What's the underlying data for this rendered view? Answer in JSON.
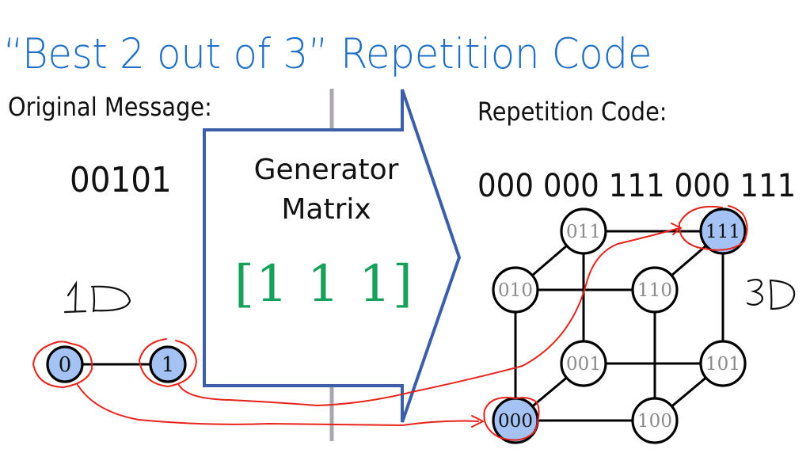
{
  "slide": {
    "title": "“Best 2 out of 3” Repetition Code",
    "original_message_label": "Original Message:",
    "original_message": "00101",
    "repetition_code_label": "Repetition Code:",
    "repetition_code": "000 000 111 000 111",
    "generator": {
      "label_line1": "Generator",
      "label_line2": "Matrix",
      "matrix": "[1  1  1]"
    },
    "annotations": {
      "one_d": "1D",
      "three_d": "3D"
    }
  },
  "graph_1d": {
    "nodes": [
      {
        "id": "0",
        "label": "0",
        "codeword": true
      },
      {
        "id": "1",
        "label": "1",
        "codeword": true
      }
    ],
    "edges": [
      [
        "0",
        "1"
      ]
    ]
  },
  "graph_3d": {
    "nodes": [
      {
        "id": "000",
        "label": "000",
        "codeword": true
      },
      {
        "id": "001",
        "label": "001",
        "codeword": false
      },
      {
        "id": "010",
        "label": "010",
        "codeword": false
      },
      {
        "id": "011",
        "label": "011",
        "codeword": false
      },
      {
        "id": "100",
        "label": "100",
        "codeword": false
      },
      {
        "id": "101",
        "label": "101",
        "codeword": false
      },
      {
        "id": "110",
        "label": "110",
        "codeword": false
      },
      {
        "id": "111",
        "label": "111",
        "codeword": true
      }
    ],
    "edges": [
      [
        "000",
        "100"
      ],
      [
        "000",
        "010"
      ],
      [
        "000",
        "001"
      ],
      [
        "010",
        "110"
      ],
      [
        "010",
        "011"
      ],
      [
        "001",
        "101"
      ],
      [
        "001",
        "011"
      ],
      [
        "100",
        "110"
      ],
      [
        "100",
        "101"
      ],
      [
        "011",
        "111"
      ],
      [
        "110",
        "111"
      ],
      [
        "101",
        "111"
      ]
    ]
  },
  "mappings": [
    {
      "from": "0",
      "to": "000"
    },
    {
      "from": "1",
      "to": "111"
    }
  ],
  "colors": {
    "title": "#1f6fc5",
    "arrow_outline": "#3a5ea8",
    "matrix_text": "#17a05a",
    "codeword_fill": "#a4c2f4",
    "non_codeword_text": "#8a8a8a",
    "annotation_red": "#e8231b",
    "divider_gray": "#a9a7ad"
  }
}
